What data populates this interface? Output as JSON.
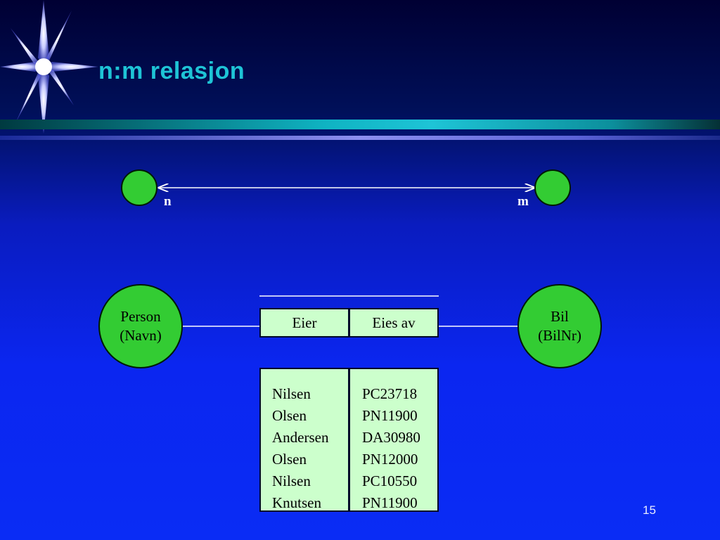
{
  "slide": {
    "title": "n:m relasjon",
    "page_number": "15"
  },
  "top_relation": {
    "left_label": "n",
    "right_label": "m"
  },
  "entities": {
    "person": {
      "line1": "Person",
      "line2": "(Navn)"
    },
    "bil": {
      "line1": "Bil",
      "line2": "(BilNr)"
    }
  },
  "relation_table": {
    "headers": [
      "Eier",
      "Eies av"
    ],
    "eier": [
      "Nilsen",
      "Olsen",
      "Andersen",
      "Olsen",
      "Nilsen",
      "Knutsen"
    ],
    "eies_av": [
      "PC23718",
      "PN11900",
      "DA30980",
      "PN12000",
      "PC10550",
      "PN11900"
    ]
  },
  "colors": {
    "title": "#1ec4d6",
    "node_fill": "#33cc33",
    "cell_fill": "#ccffcc",
    "line": "#ffffff"
  }
}
